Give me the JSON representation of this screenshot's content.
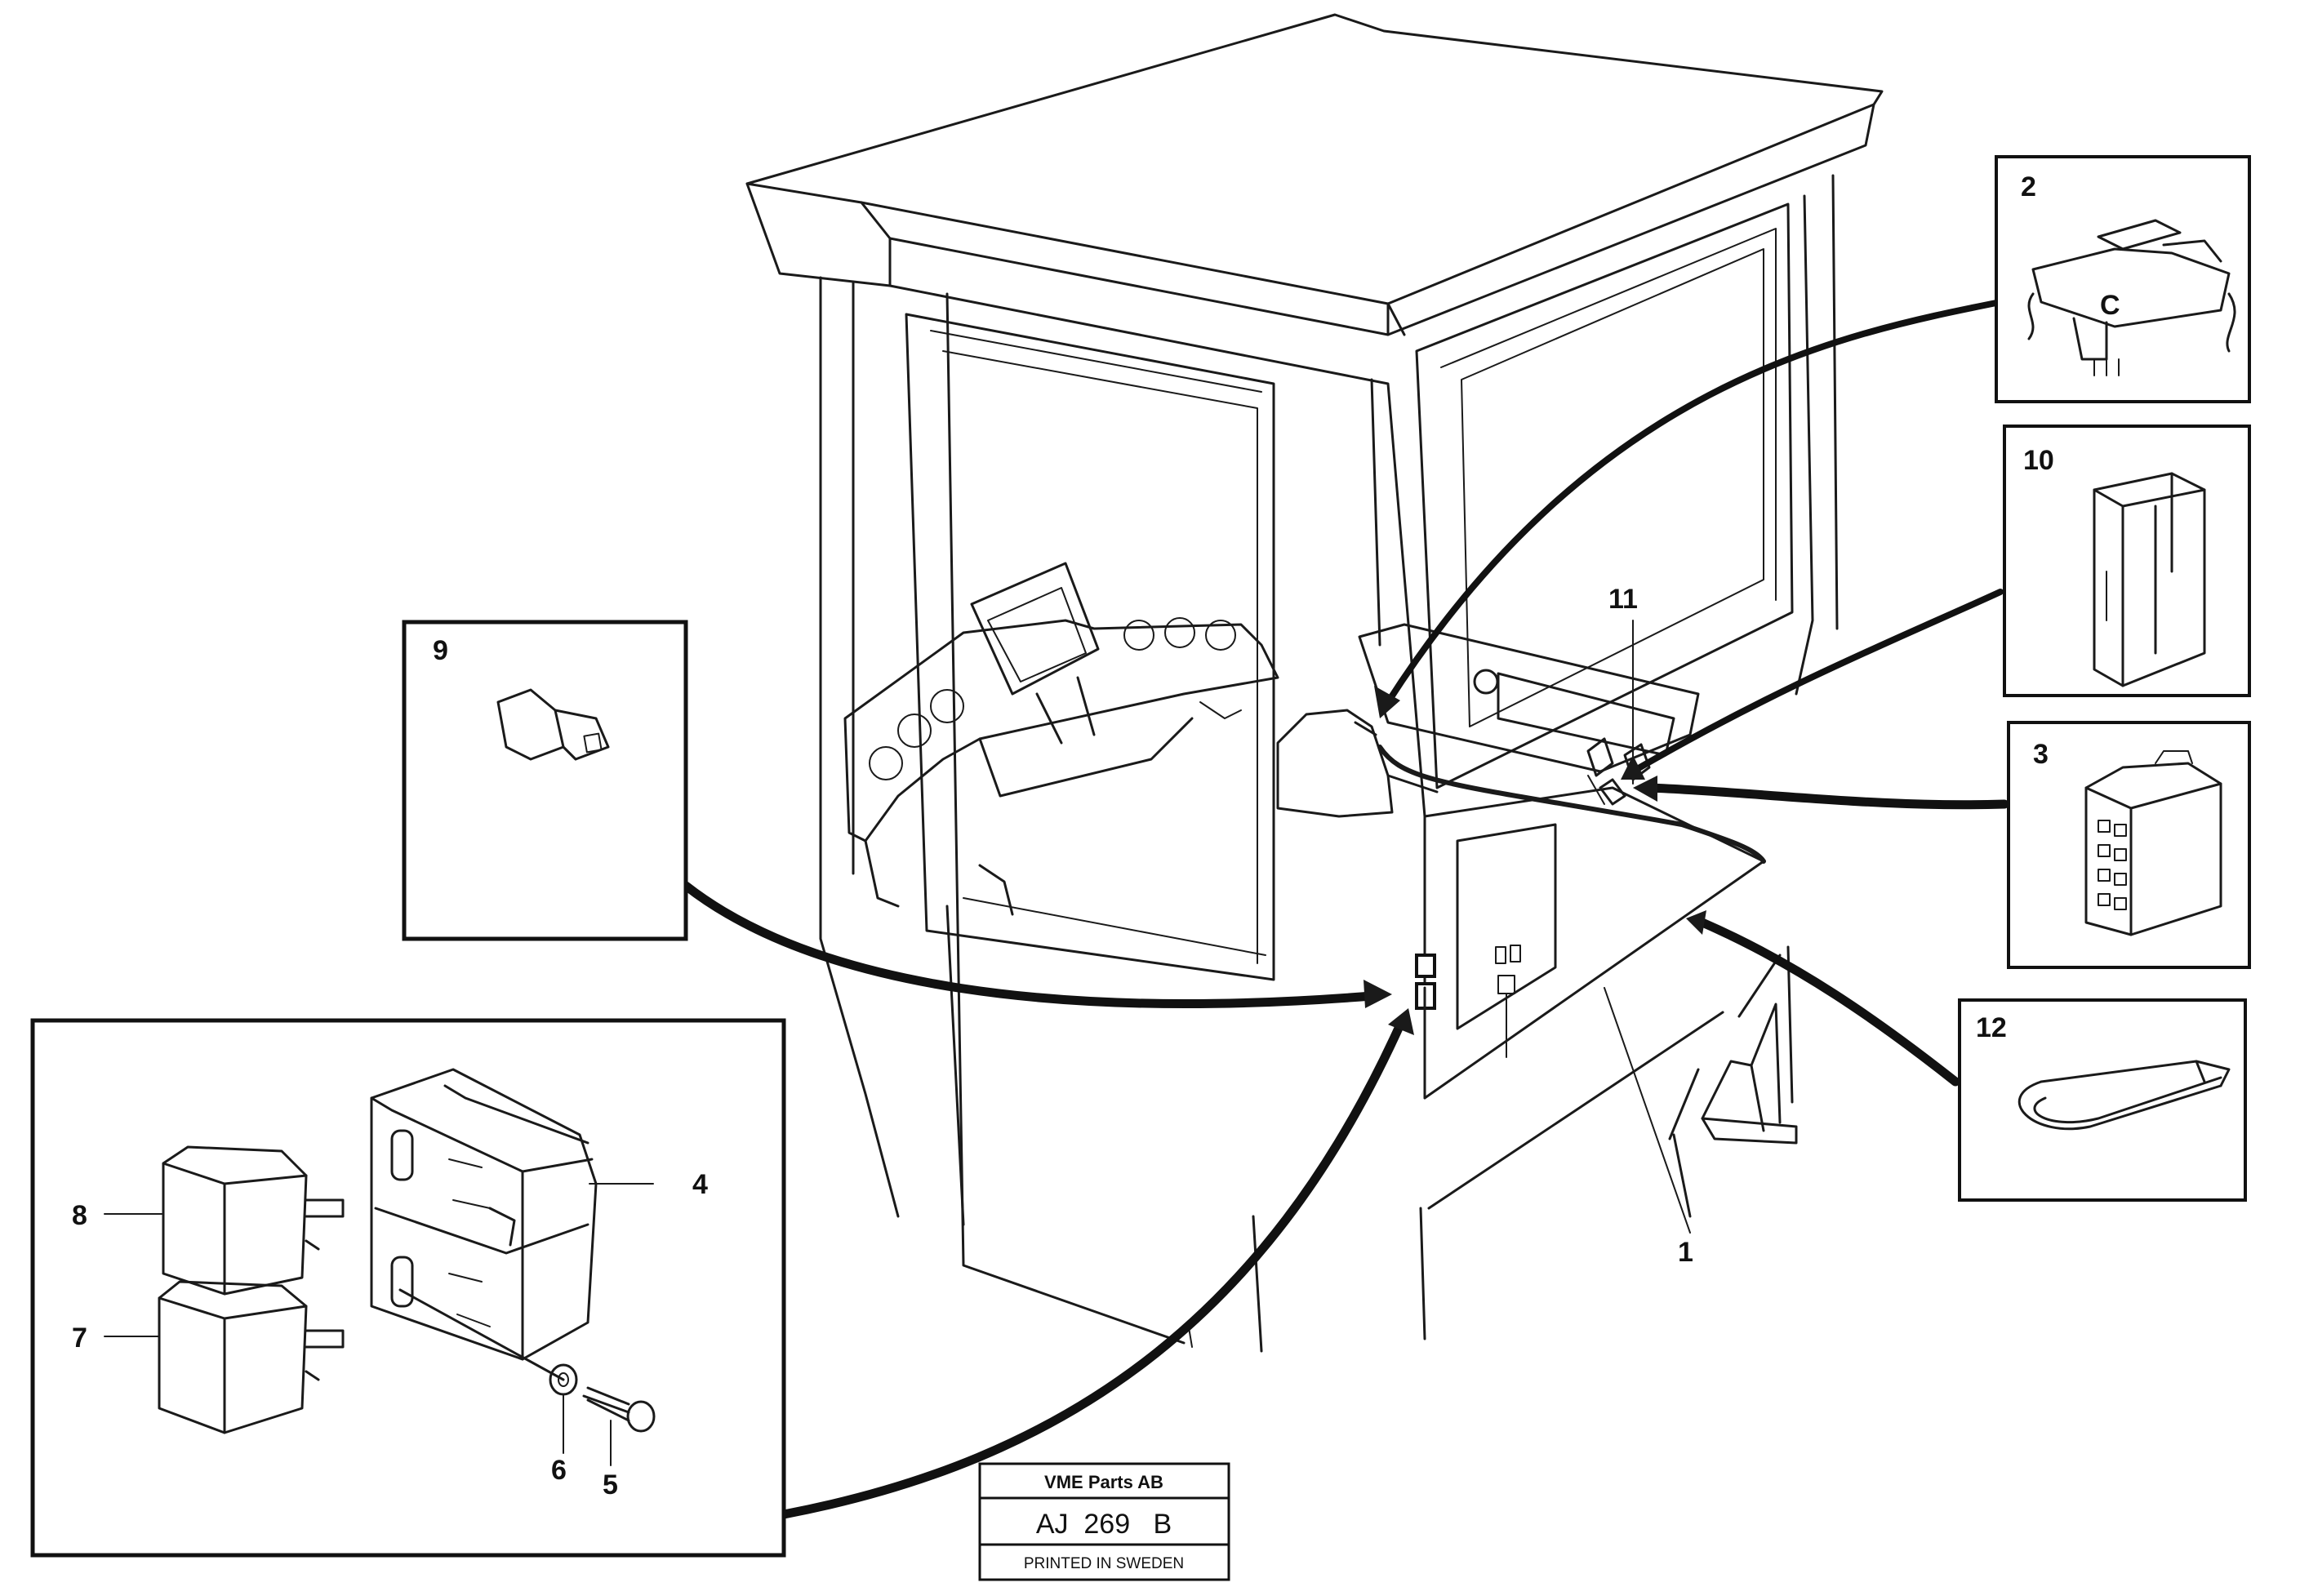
{
  "callouts": {
    "c1": "1",
    "c2": "2",
    "c3": "3",
    "c4": "4",
    "c5": "5",
    "c6": "6",
    "c7": "7",
    "c8": "8",
    "c9": "9",
    "c10": "10",
    "c11": "11",
    "c12": "12"
  },
  "plate": {
    "company": "VME Parts AB",
    "code": "AJ  269   B",
    "printed": "PRINTED IN SWEDEN"
  }
}
